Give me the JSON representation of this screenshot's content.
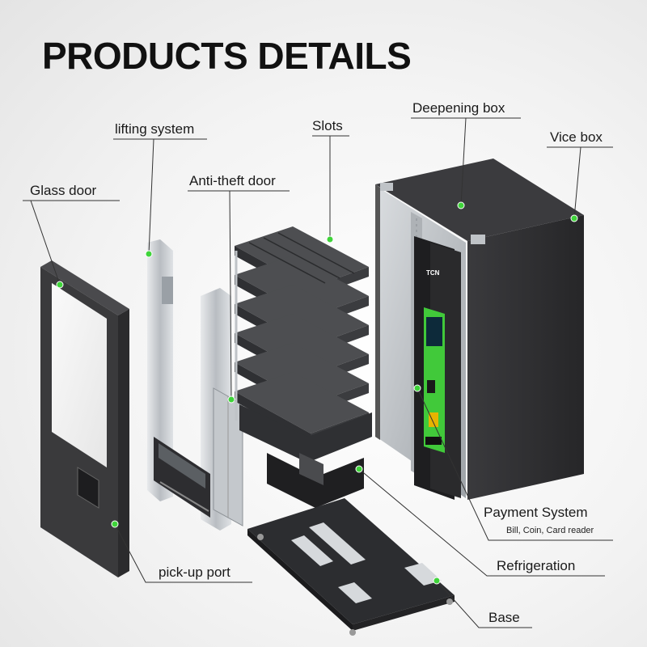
{
  "title": "PRODUCTS DETAILS",
  "labels": {
    "glass_door": "Glass door",
    "lifting_system": "lifting system",
    "anti_theft_door": "Anti-theft door",
    "slots": "Slots",
    "deepening_box": "Deepening box",
    "vice_box": "Vice box",
    "payment_system": "Payment System",
    "payment_detail": "Bill, Coin,  Card reader",
    "refrigeration": "Refrigeration",
    "pickup_port": "pick-up port",
    "base": "Base"
  },
  "brand_mark": "TCN",
  "colors": {
    "accent_green": "#3fd43a",
    "cabinet": "#2c2c2e",
    "frame": "#3a3a3c",
    "metal": "#c9ccd0",
    "leader_line": "#333333"
  }
}
